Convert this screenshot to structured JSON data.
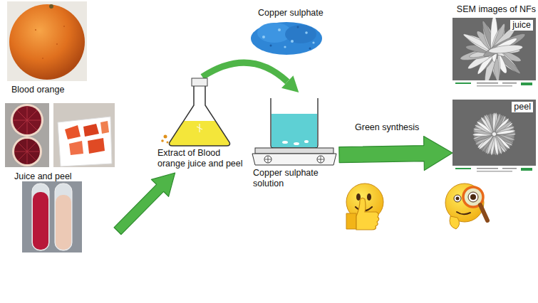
{
  "diagram": {
    "nodes": [
      {
        "text": [
          "Blood orange"
        ]
      },
      {
        "text": [
          "Juice and peel"
        ]
      },
      {
        "text": [
          "Extract of Blood orange juice and peel"
        ]
      },
      {
        "text": [
          "Copper sulphate"
        ]
      },
      {
        "text": [
          "Copper sulphate solution"
        ]
      },
      {
        "text": [
          "juice"
        ]
      },
      {
        "text": [
          "peel"
        ]
      }
    ],
    "edges": [
      {
        "from": 1,
        "to": 2,
        "arrow": "to"
      },
      {
        "from": 2,
        "to": 4,
        "arrow": "to"
      },
      {
        "from": 4,
        "to": 6,
        "label": "Green synthesis",
        "arrow": "to"
      }
    ],
    "labels": [
      "SEM images of NFs"
    ]
  }
}
